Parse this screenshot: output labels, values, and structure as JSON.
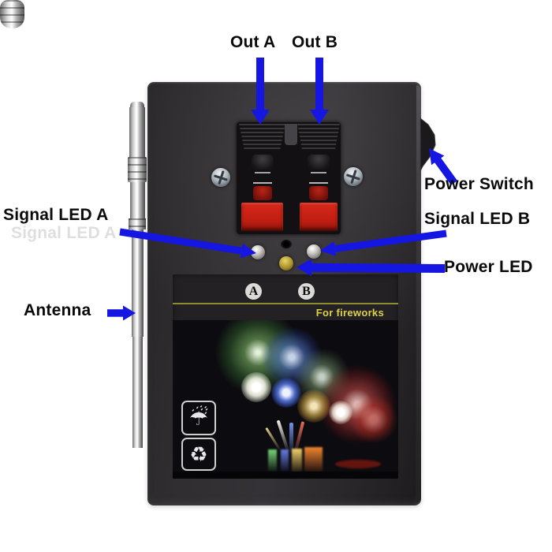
{
  "annotations": {
    "arrow_color": "#1616e2",
    "label_color": "#0a0a0a",
    "labels": {
      "out_a": "Out A",
      "out_b": "Out B",
      "power_switch": "Power Switch",
      "signal_led_a": "Signal LED A",
      "signal_led_b": "Signal LED B",
      "power_led": "Power LED",
      "antenna": "Antenna"
    }
  },
  "device": {
    "front_label": {
      "channel_a": "A",
      "channel_b": "B",
      "tagline": "For fireworks",
      "tagline_color": "#dfd14b",
      "divider_color": "#9b9933",
      "keep_dry_icon_glyph": "☔",
      "recycle_icon_glyph": "♻"
    },
    "colors": {
      "body": "#2b292b",
      "terminal_red": "#c92016",
      "signal_led": "#b9b6b2",
      "power_led": "#b09a30",
      "antenna_chrome": "#c9c9c9"
    }
  }
}
